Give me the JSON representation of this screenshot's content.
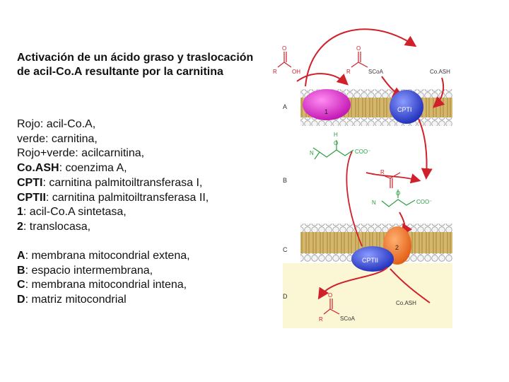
{
  "title": "Activación de un ácido graso y traslocación de acil-Co.A resultante por la carnitina",
  "legend": [
    {
      "key": "",
      "text": "Rojo: acil-Co.A,"
    },
    {
      "key": "",
      "text": "verde: carnitina,"
    },
    {
      "key": "",
      "text": "Rojo+verde: acilcarnitina,"
    },
    {
      "key": "Co.ASH",
      "text": ": coenzima A,"
    },
    {
      "key": "CPTI",
      "text": ": carnitina palmitoiltransferasa I,"
    },
    {
      "key": "CPTII",
      "text": ": carnitina palmitoiltransferasa II,"
    },
    {
      "key": "1",
      "text": ": acil-Co.A sintetasa,"
    },
    {
      "key": "2",
      "text": ": translocasa,"
    }
  ],
  "compartments": [
    {
      "key": "A",
      "text": ": membrana mitocondrial extena,"
    },
    {
      "key": "B",
      "text": ": espacio intermembrana,"
    },
    {
      "key": "C",
      "text": ": membrana mitocondrial intena,"
    },
    {
      "key": "D",
      "text": ": matriz mitocondrial"
    }
  ],
  "diagram": {
    "region_labels": [
      "A",
      "B",
      "C",
      "D"
    ],
    "enzyme_1": "1",
    "enzyme_cpti": "CPTI",
    "enzyme_cptii": "CPTII",
    "enzyme_2": "2",
    "coash_top": "Co.ASH",
    "coash_bottom": "Co.ASH",
    "scoa_top": "SCoA",
    "scoa_bottom": "SCoA",
    "r_acid": "R",
    "oh_acid": "OH",
    "o_acid": "O",
    "r_acylcoa": "R",
    "o_acylcoa": "O",
    "h_carnitine": "H",
    "o_carnitine": "O",
    "n_carnitine": "N",
    "coo_carnitine": "COO⁻",
    "r_acylcarnitine": "R",
    "o_acylcarnitine": "O",
    "n_acylcarnitine": "N",
    "coo_acylcarnitine": "COO⁻",
    "r_bottom": "R",
    "o_bottom": "O"
  },
  "colors": {
    "enzyme_1": "#e020c8",
    "cpti": "#2a3de0",
    "cptii": "#2a3de0",
    "translocase": "#f07828",
    "arrow_red": "#d0202a",
    "membrane_tail": "#c9a860",
    "head": "#e8e8e8",
    "matrix": "#fbf6d4",
    "carnitine": "#2aa040"
  }
}
